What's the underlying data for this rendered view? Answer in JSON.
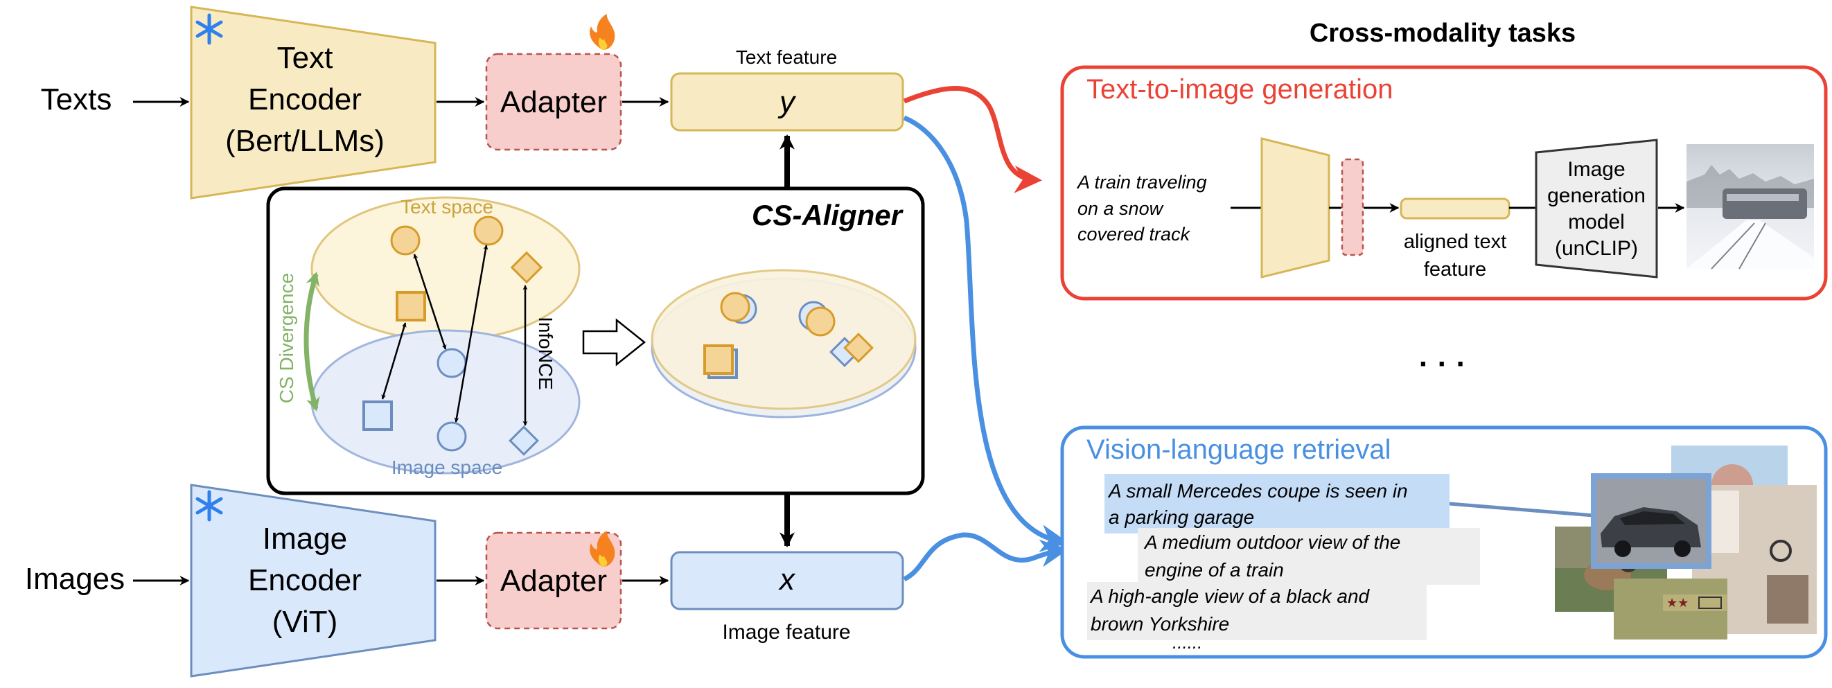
{
  "inputs": {
    "texts": "Texts",
    "images": "Images"
  },
  "text_encoder": {
    "line1": "Text",
    "line2": "Encoder",
    "line3": "(Bert/LLMs)"
  },
  "image_encoder": {
    "line1": "Image",
    "line2": "Encoder",
    "line3": "(ViT)"
  },
  "adapter_label": "Adapter",
  "text_feature": {
    "caption": "Text feature",
    "symbol": "y"
  },
  "image_feature": {
    "caption": "Image feature",
    "symbol": "x"
  },
  "aligner": {
    "title": "CS-Aligner",
    "text_space": "Text space",
    "image_space": "Image space",
    "divergence": "CS Divergence",
    "infonce": "InfoNCE"
  },
  "tasks": {
    "heading": "Cross-modality tasks",
    "ellipsis": "· · ·",
    "t2i": {
      "title": "Text-to-image generation",
      "prompt": [
        "A train traveling",
        "on a snow",
        "covered track"
      ],
      "aligned": [
        "aligned text",
        "feature"
      ],
      "model": [
        "Image",
        "generation",
        "model",
        "(unCLIP)"
      ]
    },
    "retrieval": {
      "title": "Vision-language retrieval",
      "captions": [
        [
          "A small Mercedes coupe is seen in",
          "a parking garage"
        ],
        [
          "A medium outdoor view of the",
          "engine of a train"
        ],
        [
          "A high-angle view of a black and",
          "brown Yorkshire"
        ]
      ],
      "more": "......"
    }
  },
  "colors": {
    "text_modality": "#f8ebc4",
    "text_border": "#d6b656",
    "image_modality": "#dae8fc",
    "image_border": "#6c8ebf",
    "adapter_fill": "#f8cecc",
    "adapter_border": "#b85450",
    "red_accent": "#ea4335",
    "blue_accent": "#4a90e2",
    "green_accent": "#82b366"
  }
}
